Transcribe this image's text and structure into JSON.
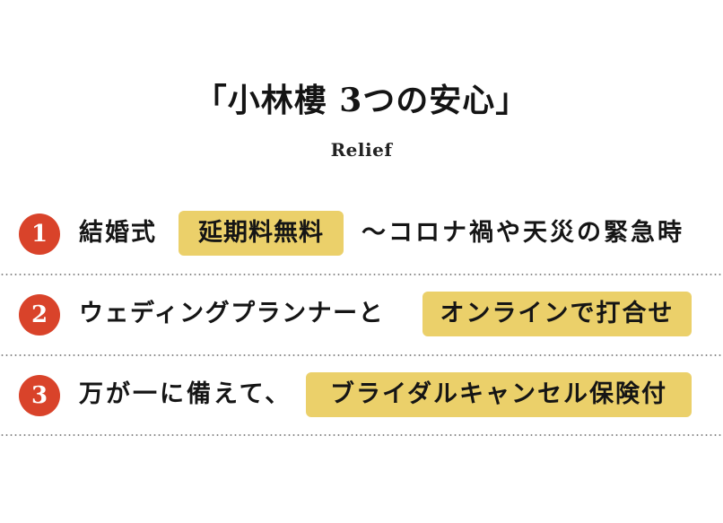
{
  "header": {
    "title": "「小林樓 3つの安心」",
    "subtitle": "Relief"
  },
  "colors": {
    "badge": "#d9432a",
    "highlight": "#ebd06a",
    "text": "#151515",
    "divider": "#8a8a8a"
  },
  "items": [
    {
      "number": "1",
      "segments": [
        {
          "text": "結婚式",
          "highlight": false
        },
        {
          "text": "延期料無料",
          "highlight": true
        },
        {
          "text": "〜コロナ禍や天災の緊急時",
          "highlight": false
        }
      ]
    },
    {
      "number": "2",
      "segments": [
        {
          "text": "ウェディングプランナーと",
          "highlight": false
        },
        {
          "text": "オンラインで打合せ",
          "highlight": true
        }
      ]
    },
    {
      "number": "3",
      "segments": [
        {
          "text": "万が一に備えて、",
          "highlight": false
        },
        {
          "text": "ブライダルキャンセル保険付",
          "highlight": true
        }
      ]
    }
  ]
}
